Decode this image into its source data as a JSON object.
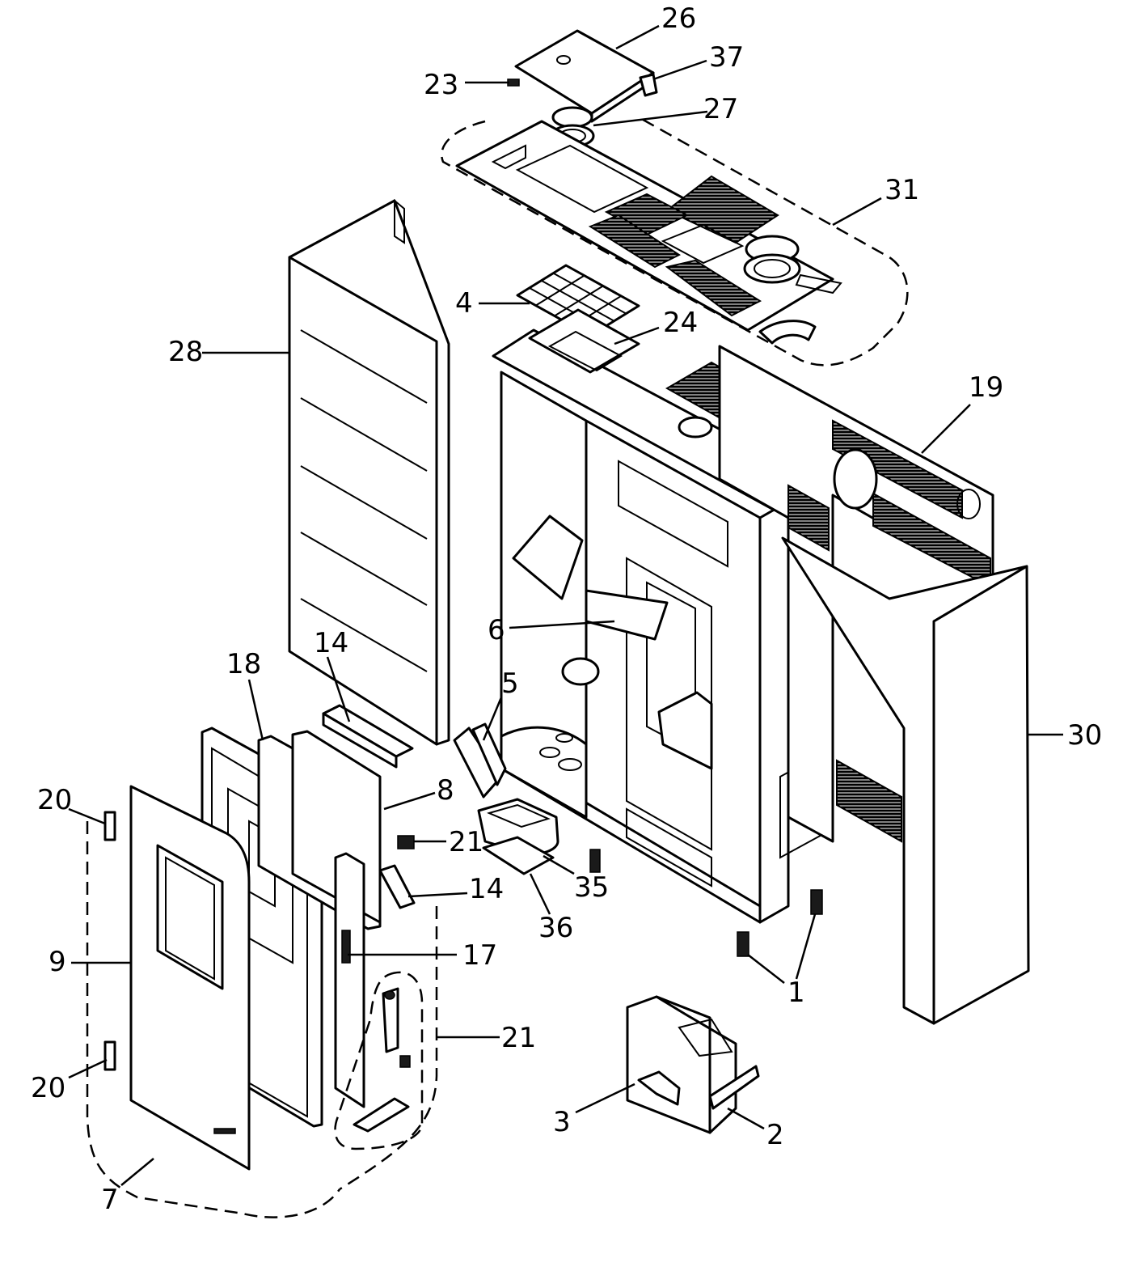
{
  "labels": {
    "l26": "26",
    "l37": "37",
    "l23": "23",
    "l27": "27",
    "l31": "31",
    "l4": "4",
    "l24": "24",
    "l28": "28",
    "l19": "19",
    "l6": "6",
    "l14a": "14",
    "l18": "18",
    "l5": "5",
    "l30": "30",
    "l20a": "20",
    "l8": "8",
    "l21a": "21",
    "l35": "35",
    "l14b": "14",
    "l36": "36",
    "l9": "9",
    "l17": "17",
    "l1": "1",
    "l21b": "21",
    "l20b": "20",
    "l3": "3",
    "l2": "2",
    "l7": "7"
  }
}
